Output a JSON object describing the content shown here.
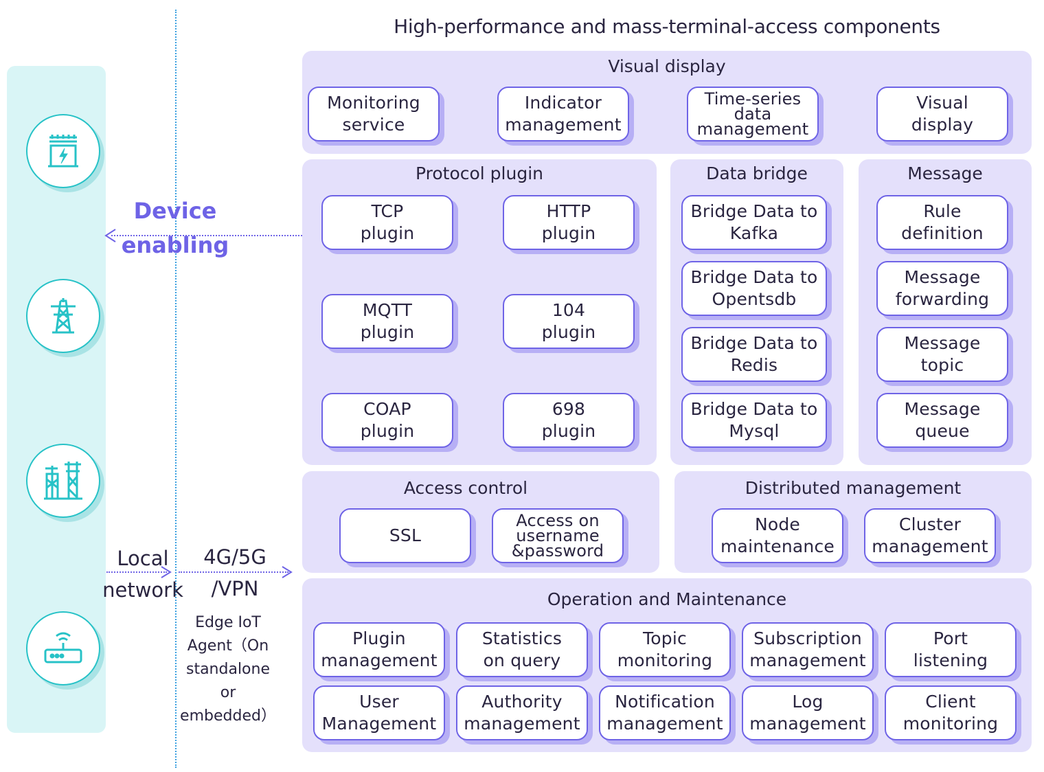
{
  "title": "High-performance and mass-terminal-access components",
  "left": {
    "device_enabling": "Device\nenabling",
    "local_network": "Local\nnetwork",
    "cellular": "4G/5G\n/VPN",
    "edge_agent": "Edge IoT\nAgent（On\nstandalone\nor\nembedded）",
    "icons": [
      "substation-icon",
      "transmission-tower-icon",
      "power-pylon-icon",
      "router-icon"
    ]
  },
  "visual_display": {
    "title": "Visual display",
    "items": [
      "Monitoring\nservice",
      "Indicator\nmanagement",
      "Time-series\ndata\nmanagement",
      "Visual\ndisplay"
    ]
  },
  "protocol_plugin": {
    "title": "Protocol plugin",
    "items": [
      "TCP\nplugin",
      "HTTP\nplugin",
      "MQTT\nplugin",
      "104\nplugin",
      "COAP\nplugin",
      "698\nplugin"
    ]
  },
  "data_bridge": {
    "title": "Data bridge",
    "items": [
      "Bridge Data to\nKafka",
      "Bridge Data to\nOpentsdb",
      "Bridge Data to\nRedis",
      "Bridge Data to\nMysql"
    ]
  },
  "message": {
    "title": "Message",
    "items": [
      "Rule\ndefinition",
      "Message\nforwarding",
      "Message\ntopic",
      "Message\nqueue"
    ]
  },
  "access_control": {
    "title": "Access control",
    "items": [
      "SSL",
      "Access on\nusername\n&password"
    ]
  },
  "distributed": {
    "title": "Distributed management",
    "items": [
      "Node\nmaintenance",
      "Cluster\nmanagement"
    ]
  },
  "om": {
    "title": "Operation and Maintenance",
    "items": [
      "Plugin\nmanagement",
      "Statistics\non query",
      "Topic\nmonitoring",
      "Subscription\nmanagement",
      "Port\nlistening",
      "User\nManagement",
      "Authority\nmanagement",
      "Notification\nmanagement",
      "Log\nmanagement",
      "Client\nmonitoring"
    ]
  },
  "colors": {
    "panel": "#e4e0fb",
    "box_border": "#6e63e6",
    "box_shadow": "#b7aff5",
    "accent": "#6e63e6",
    "teal": "#27c2c7",
    "strip": "#d9f5f6"
  }
}
